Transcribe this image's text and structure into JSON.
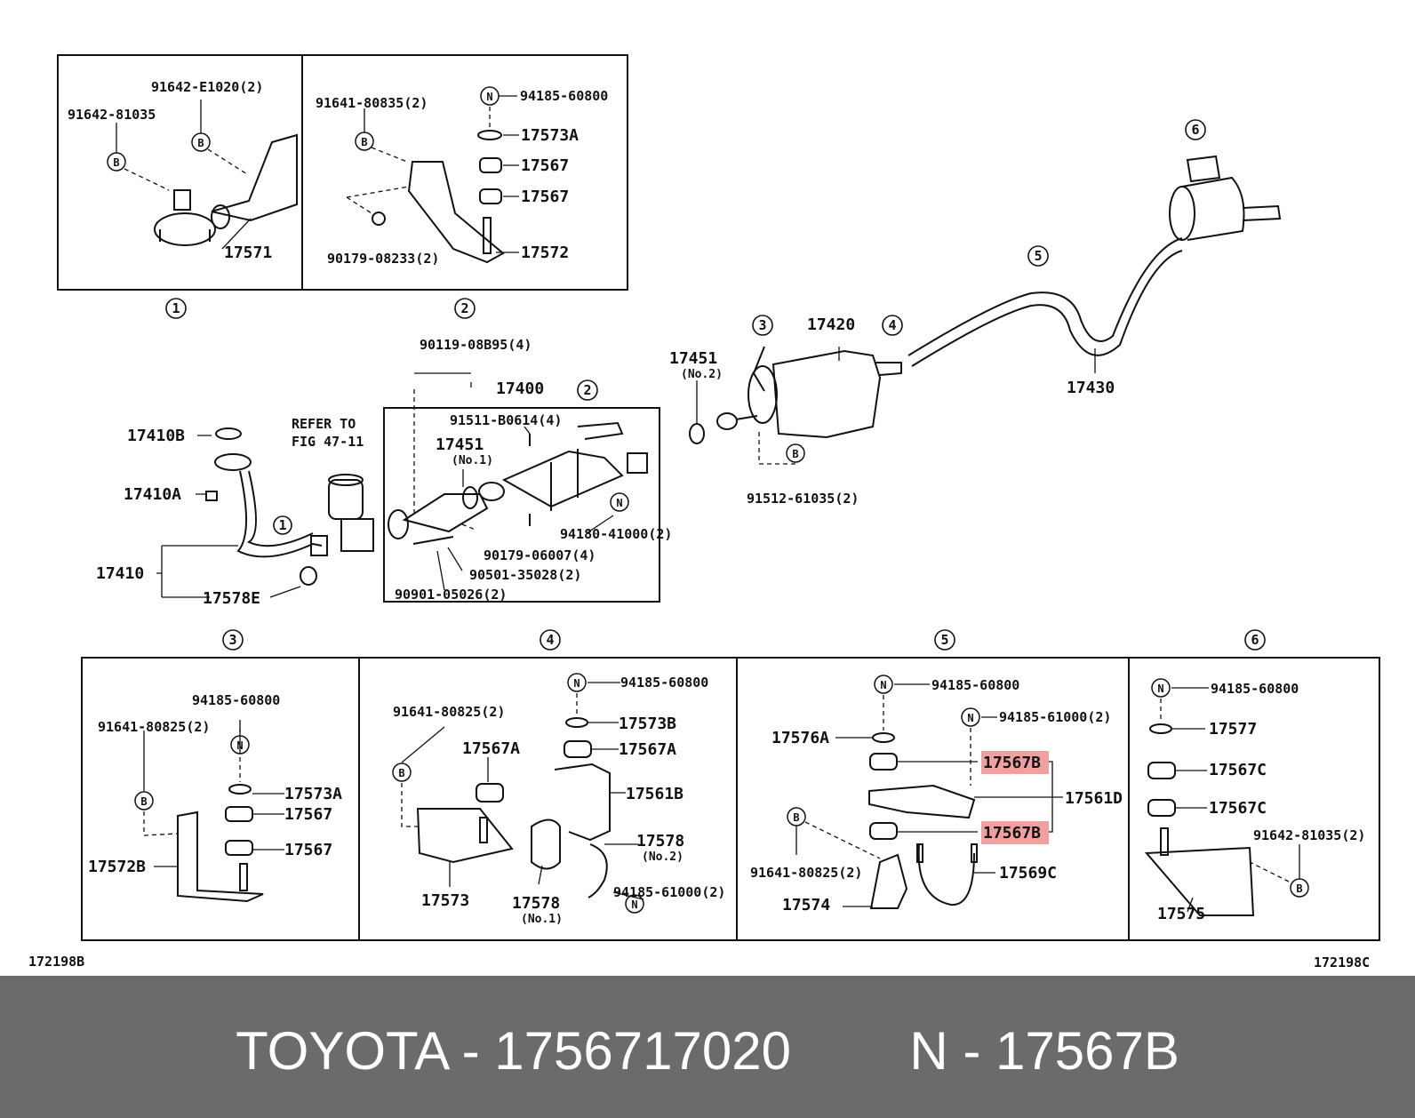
{
  "diagram": {
    "panel_markers": [
      "1",
      "2",
      "3",
      "4",
      "5",
      "6"
    ],
    "circle_letters": {
      "B": "B",
      "N": "N"
    },
    "panel1": {
      "labels": [
        "91642-E1020(2)",
        "91642-81035",
        "17571"
      ]
    },
    "panel2": {
      "labels": [
        "91641-80835(2)",
        "94185-60800",
        "17573A",
        "17567",
        "17567",
        "17572",
        "90179-08233(2)"
      ]
    },
    "main": {
      "labels": [
        "17410B",
        "17410A",
        "17410",
        "17578E",
        "REFER TO",
        "FIG 47-11",
        "90119-08B95(4)",
        "17400",
        "91511-B0614(4)",
        "17451",
        "(No.1)",
        "94180-41000(2)",
        "90179-06007(4)",
        "90501-35028(2)",
        "90901-05026(2)",
        "17451",
        "(No.2)",
        "17420",
        "91512-61035(2)",
        "17430"
      ]
    },
    "panel3": {
      "labels": [
        "94185-60800",
        "91641-80825(2)",
        "17573A",
        "17567",
        "17567",
        "17572B"
      ]
    },
    "panel4": {
      "labels": [
        "94185-60800",
        "91641-80825(2)",
        "17573B",
        "17567A",
        "17567A",
        "17561B",
        "17578",
        "(No.2)",
        "17573",
        "17578",
        "(No.1)",
        "94185-61000(2)"
      ]
    },
    "panel5": {
      "labels": [
        "94185-60800",
        "94185-61000(2)",
        "17576A",
        "17567B",
        "17561D",
        "17567B",
        "91641-80825(2)",
        "17569C",
        "17574"
      ]
    },
    "panel6": {
      "labels": [
        "94185-60800",
        "17577",
        "17567C",
        "17567C",
        "91642-81035(2)",
        "17575"
      ]
    },
    "codes": [
      "172198B",
      "172198C"
    ],
    "highlight_color": "#f0a0a0"
  },
  "footer": {
    "brand": "TOYOTA",
    "part_number": "1756717020",
    "position_label": "N",
    "position_code": "17567B",
    "separator": " - ",
    "background_color": "#6b6b6b"
  }
}
